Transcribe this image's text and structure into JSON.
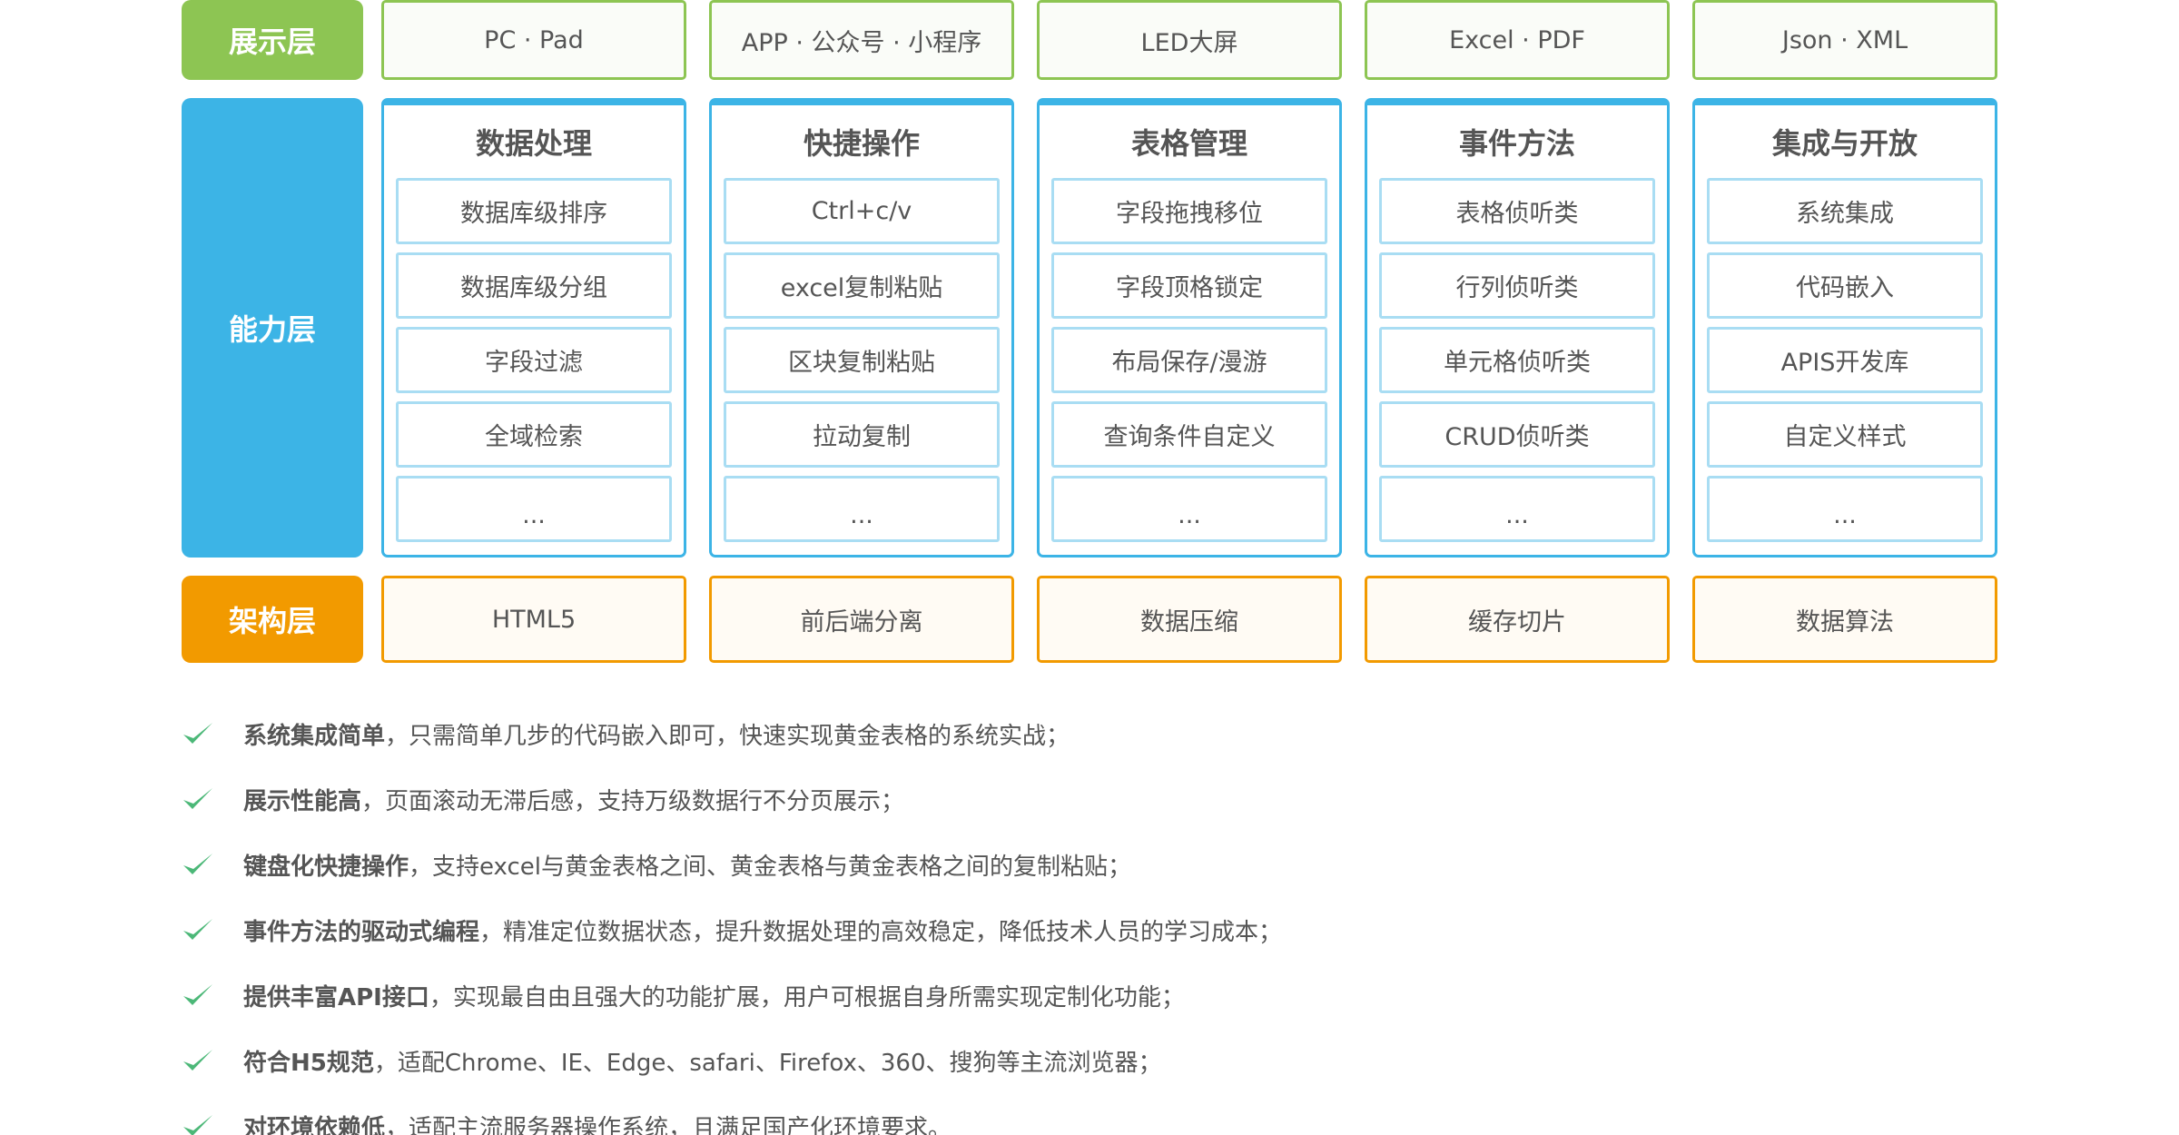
{
  "layers": {
    "display": {
      "label": "展示层",
      "items": [
        "PC · Pad",
        "APP · 公众号 · 小程序",
        "LED大屏",
        "Excel · PDF",
        "Json · XML"
      ]
    },
    "ability": {
      "label": "能力层",
      "columns": [
        {
          "title": "数据处理",
          "items": [
            "数据库级排序",
            "数据库级分组",
            "字段过滤",
            "全域检索",
            "..."
          ]
        },
        {
          "title": "快捷操作",
          "items": [
            "Ctrl+c/v",
            "excel复制粘贴",
            "区块复制粘贴",
            "拉动复制",
            "..."
          ]
        },
        {
          "title": "表格管理",
          "items": [
            "字段拖拽移位",
            "字段顶格锁定",
            "布局保存/漫游",
            "查询条件自定义",
            "..."
          ]
        },
        {
          "title": "事件方法",
          "items": [
            "表格侦听类",
            "行列侦听类",
            "单元格侦听类",
            "CRUD侦听类",
            "..."
          ]
        },
        {
          "title": "集成与开放",
          "items": [
            "系统集成",
            "代码嵌入",
            "APIS开发库",
            "自定义样式",
            "..."
          ]
        }
      ]
    },
    "architecture": {
      "label": "架构层",
      "items": [
        "HTML5",
        "前后端分离",
        "数据压缩",
        "缓存切片",
        "数据算法"
      ]
    }
  },
  "features": [
    {
      "bold": "系统集成简单",
      "text": "，只需简单几步的代码嵌入即可，快速实现黄金表格的系统实战；"
    },
    {
      "bold": "展示性能高",
      "text": "，页面滚动无滞后感，支持万级数据行不分页展示；"
    },
    {
      "bold": "键盘化快捷操作",
      "text": "，支持excel与黄金表格之间、黄金表格与黄金表格之间的复制粘贴；"
    },
    {
      "bold": "事件方法的驱动式编程",
      "text": "，精准定位数据状态，提升数据处理的高效稳定，降低技术人员的学习成本；"
    },
    {
      "bold": "提供丰富API接口",
      "text": "，实现最自由且强大的功能扩展，用户可根据自身所需实现定制化功能；"
    },
    {
      "bold": "符合H5规范",
      "text": "，适配Chrome、IE、Edge、safari、Firefox、360、搜狗等主流浏览器；"
    },
    {
      "bold": "对环境依赖低",
      "text": "，适配主流服务器操作系统，且满足国产化环境要求。"
    }
  ],
  "colors": {
    "display": "#8DC553",
    "ability": "#3CB4E6",
    "architecture": "#F29A00",
    "check": "#4CB878"
  }
}
